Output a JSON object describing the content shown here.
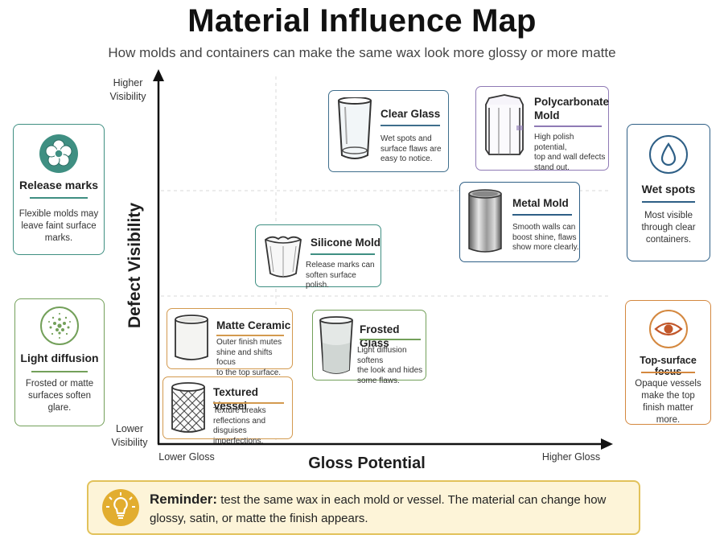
{
  "title": "Material Influence Map",
  "subtitle": "How molds and containers can make the same wax look more glossy or more matte",
  "axes": {
    "y_title": "Defect Visibility",
    "y_high": "Higher\nVisibility",
    "y_low": "Lower\nVisibility",
    "x_title": "Gloss Potential",
    "x_low": "Lower Gloss",
    "x_high": "Higher Gloss"
  },
  "materials": [
    {
      "key": "clear_glass",
      "title": "Clear Glass",
      "desc": "Wet spots and\nsurface flaws are\neasy to notice.",
      "color": "#3f6e8c",
      "icon": "clear-glass-icon"
    },
    {
      "key": "polycarbonate",
      "title": "Polycarbonate\nMold",
      "desc": "High polish potential,\ntop and wall defects\nstand out.",
      "color": "#8f7ab5",
      "icon": "hexagonal-mold-icon"
    },
    {
      "key": "metal_mold",
      "title": "Metal Mold",
      "desc": "Smooth walls can\nboost shine, flaws\nshow more clearly.",
      "color": "#2e5f86",
      "icon": "metal-cylinder-icon"
    },
    {
      "key": "silicone_mold",
      "title": "Silicone Mold",
      "desc": "Release marks can\nsoften surface polish.",
      "color": "#3f8f82",
      "icon": "silicone-mold-icon"
    },
    {
      "key": "matte_ceramic",
      "title": "Matte Ceramic",
      "desc": "Outer finish mutes\nshine and shifts focus\nto the top surface.",
      "color": "#d39a4f",
      "icon": "ceramic-cup-icon"
    },
    {
      "key": "frosted_glass",
      "title": "Frosted Glass",
      "desc": "Light diffusion softens\nthe look and hides\nsome flaws.",
      "color": "#73a05a",
      "icon": "frosted-glass-icon"
    },
    {
      "key": "textured_vessel",
      "title": "Textured Vessel",
      "desc": "Texture breaks\nreflections and\ndisguises imperfections.",
      "color": "#d39a4f",
      "icon": "textured-vessel-icon"
    }
  ],
  "side_notes": [
    {
      "key": "release_marks",
      "title": "Release marks",
      "desc": "Flexible molds may\nleave faint surface\nmarks.",
      "color": "#3f8f82",
      "icon": "flower-icon"
    },
    {
      "key": "light_diffusion",
      "title": "Light diffusion",
      "desc": "Frosted or matte\nsurfaces soften\nglare.",
      "color": "#73a05a",
      "icon": "dots-diffusion-icon"
    },
    {
      "key": "wet_spots",
      "title": "Wet spots",
      "desc": "Most visible\nthrough clear\ncontainers.",
      "color": "#2e5f86",
      "icon": "droplet-icon"
    },
    {
      "key": "top_surface",
      "title": "Top-surface focus",
      "desc": "Opaque vessels\nmake the top\nfinish matter more.",
      "color": "#d4883f",
      "icon": "eye-icon"
    }
  ],
  "reminder": {
    "label": "Reminder:",
    "text": " test the same wax in each mold or vessel. The material can change how glossy, satin, or matte the finish appears.",
    "icon": "lightbulb-icon"
  }
}
